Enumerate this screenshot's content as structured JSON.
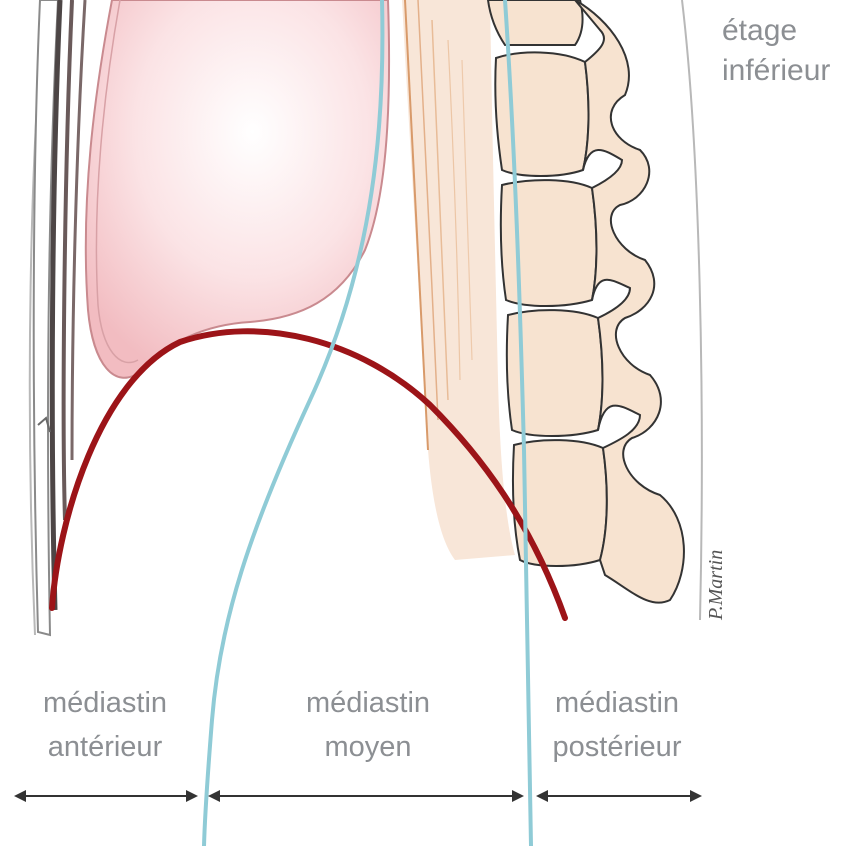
{
  "labels": {
    "etage_line1": "étage",
    "etage_line2": "inférieur",
    "anterior_line1": "médiastin",
    "anterior_line2": "antérieur",
    "middle_line1": "médiastin",
    "middle_line2": "moyen",
    "posterior_line1": "médiastin",
    "posterior_line2": "postérieur",
    "signature": "P.Martin"
  },
  "colors": {
    "heart_fill": "#f8d0d4",
    "heart_outline": "#c9878c",
    "diaphragm": "#9c1418",
    "division_line": "#8fcbd6",
    "vertebra_fill": "#f7e3d0",
    "vertebra_outline": "#3a3a3a",
    "aorta_muscle": "#e3b08a",
    "sternum": "#5a5a5a",
    "label_text": "#8c8f93",
    "arrow": "#333333"
  }
}
